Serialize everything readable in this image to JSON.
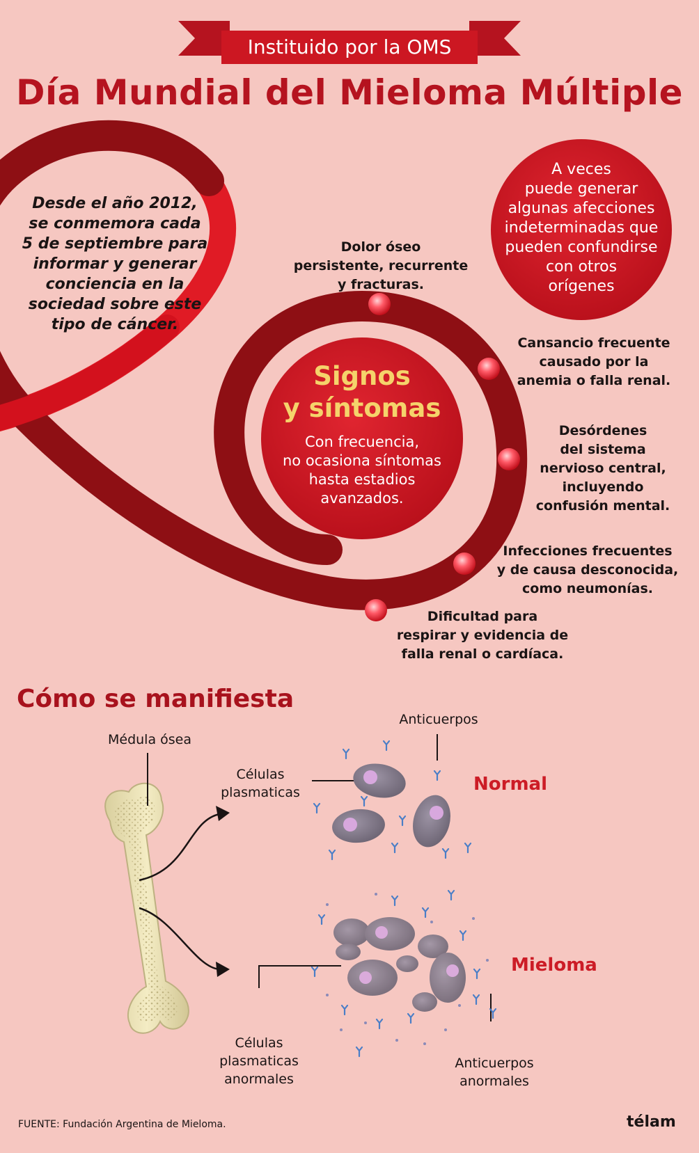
{
  "header": {
    "banner": "Instituido por la OMS",
    "title": "Día Mundial del Mieloma Múltiple"
  },
  "intro": {
    "lines": [
      "Desde el año 2012,",
      "se conmemora cada",
      "5 de septiembre para",
      "informar y generar",
      "conciencia en la",
      "sociedad sobre este",
      "tipo de cáncer."
    ]
  },
  "bubble": {
    "lines": [
      "A veces",
      "puede generar",
      "algunas afecciones",
      "indeterminadas que",
      "pueden confundirse",
      "con otros",
      "orígenes"
    ]
  },
  "center": {
    "title_lines": [
      "Signos",
      "y síntomas"
    ],
    "sub_lines": [
      "Con frecuencia,",
      "no ocasiona síntomas",
      "hasta estadios",
      "avanzados."
    ]
  },
  "symptoms": [
    {
      "lines": [
        "Dolor óseo",
        "persistente, recurrente",
        "y fracturas."
      ]
    },
    {
      "lines": [
        "Cansancio frecuente",
        "causado por la",
        "anemia o falla renal."
      ]
    },
    {
      "lines": [
        "Desórdenes",
        "del sistema",
        "nervioso central,",
        "incluyendo",
        "confusión mental."
      ]
    },
    {
      "lines": [
        "Infecciones frecuentes",
        "y de causa desconocida,",
        "como neumonías."
      ]
    },
    {
      "lines": [
        "Dificultad para",
        "respirar y evidencia de",
        "falla renal o cardíaca."
      ]
    }
  ],
  "manifest": {
    "title": "Cómo se manifiesta",
    "bone_label": "Médula ósea",
    "antibodies_label": "Anticuerpos",
    "cells_label": [
      "Células",
      "plasmaticas"
    ],
    "normal_label": "Normal",
    "myeloma_label": "Mieloma",
    "abnormal_cells_label": [
      "Células",
      "plasmaticas",
      "anormales"
    ],
    "abnormal_antibodies_label": [
      "Anticuerpos",
      "anormales"
    ]
  },
  "footer": {
    "source": "FUENTE: Fundación Argentina de Mieloma.",
    "logo": "télam"
  },
  "colors": {
    "background": "#f6c7c1",
    "ribbon_dark": "#8e0f14",
    "ribbon_bright": "#d3111d",
    "accent_title": "#b5131f",
    "gold": "#f5d36b"
  }
}
